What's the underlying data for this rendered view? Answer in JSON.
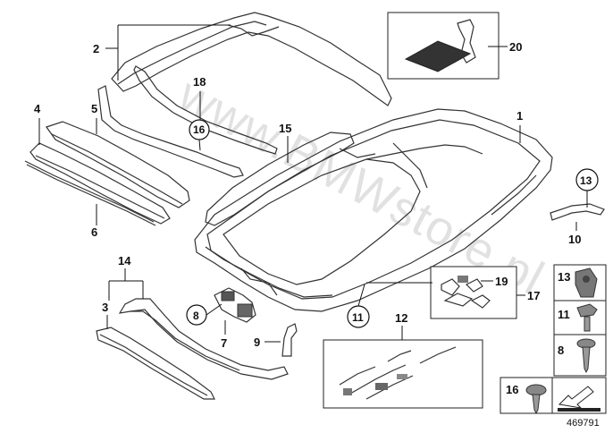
{
  "diagram": {
    "reference_number": "469791",
    "watermark": "www.BMWstore.pl",
    "callouts": [
      "1",
      "2",
      "3",
      "4",
      "5",
      "6",
      "7",
      "8",
      "9",
      "10",
      "11",
      "12",
      "13",
      "14",
      "15",
      "16",
      "17",
      "18",
      "19",
      "20"
    ],
    "legend": {
      "items": [
        {
          "num": "13",
          "icon": "clip-icon"
        },
        {
          "num": "11",
          "icon": "hex-bolt-icon"
        },
        {
          "num": "8",
          "icon": "torx-screw-icon"
        },
        {
          "num": "16",
          "icon": "flat-head-screw-icon"
        }
      ],
      "arrow_icon": "direction-arrow-icon"
    }
  }
}
